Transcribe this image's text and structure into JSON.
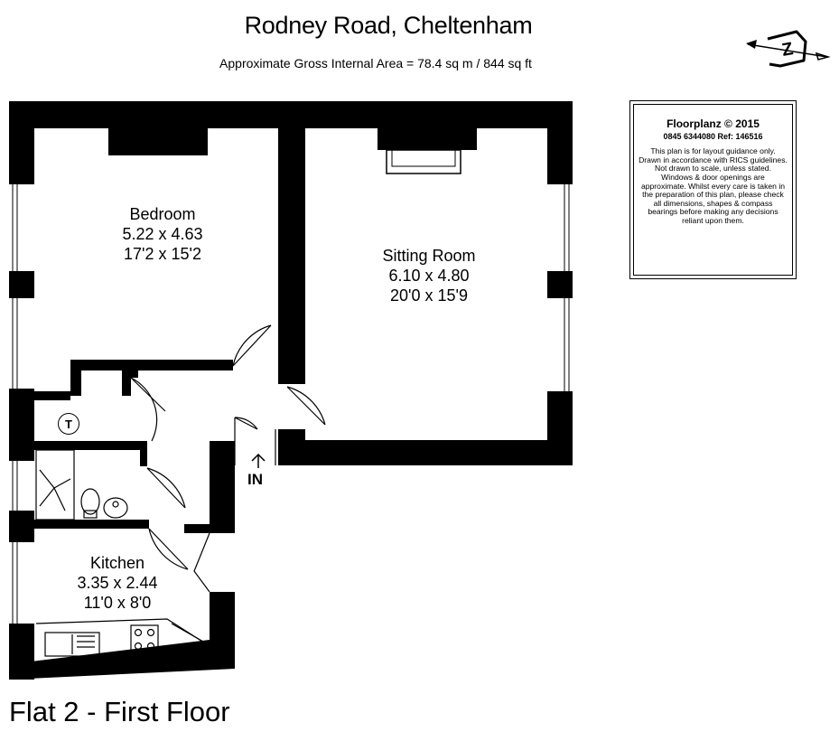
{
  "header": {
    "title": "Rodney Road, Cheltenham",
    "subtitle": "Approximate Gross Internal Area = 78.4 sq m / 844 sq ft"
  },
  "compass": {
    "letter": "Z"
  },
  "notice": {
    "brand": "Floorplanz © 2015",
    "ref": "0845 6344080 Ref: 146516",
    "disclaimer": "This plan is for layout guidance only. Drawn in accordance with RICS guidelines. Not drawn to scale, unless stated. Windows & door openings are approximate. Whilst every care is taken in the preparation of this plan, please check all dimensions, shapes & compass bearings before making any decisions reliant upon them."
  },
  "rooms": {
    "bedroom": {
      "name": "Bedroom",
      "metric": "5.22 x 4.63",
      "imperial": "17'2 x 15'2"
    },
    "sitting_room": {
      "name": "Sitting Room",
      "metric": "6.10 x 4.80",
      "imperial": "20'0 x 15'9"
    },
    "kitchen": {
      "name": "Kitchen",
      "metric": "3.35 x 2.44",
      "imperial": "11'0 x 8'0"
    }
  },
  "symbols": {
    "tank": "T"
  },
  "entrance": {
    "label": "IN"
  },
  "floor": {
    "label": "Flat 2 - First Floor"
  }
}
